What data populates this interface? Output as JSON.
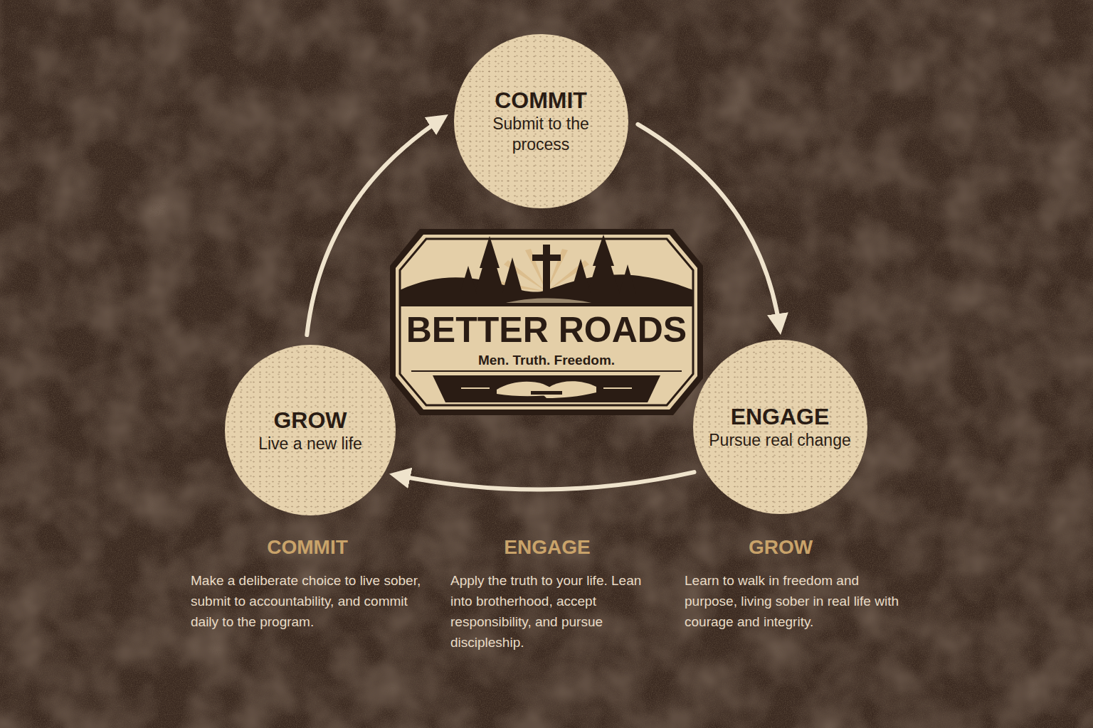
{
  "diagram": {
    "nodes": [
      {
        "text": [
          "COMMIT",
          "Submit to the process"
        ]
      },
      {
        "text": [
          "GROW",
          "Live a new life"
        ]
      },
      {
        "text": [
          "BETTER ROADS",
          "Men. Truth. Freedom."
        ]
      },
      {
        "text": [
          "ENGAGE",
          "Pursue real change"
        ]
      }
    ],
    "edges": [
      {
        "from": 0,
        "to": 3,
        "arrow": "to"
      },
      {
        "from": 3,
        "to": 1,
        "arrow": "to"
      },
      {
        "from": 1,
        "to": 0,
        "arrow": "to"
      }
    ],
    "labels": [
      "COMMIT",
      "Make a deliberate choice to live sober, submit to accountability, and commit daily to the program.",
      "ENGAGE",
      "Apply the truth to your life. Lean into brotherhood, accept responsibility, and pursue discipleship.",
      "GROW",
      "Learn to walk in freedom and purpose, living sober in real life with courage and integrity."
    ]
  }
}
